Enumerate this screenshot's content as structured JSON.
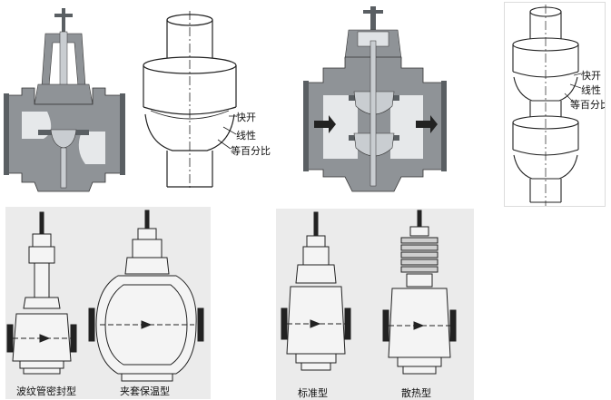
{
  "plug_labels_single": [
    "快开",
    "线性",
    "等百分比"
  ],
  "plug_labels_double": [
    "快开",
    "线性",
    "等百分比"
  ],
  "captions": {
    "bellows": "波纹管密封型",
    "jacket": "夹套保温型",
    "standard": "标准型",
    "cooling": "散热型"
  },
  "colors": {
    "body_grey": "#8f9397",
    "body_light": "#c9cdd1",
    "plug_dark": "#5a5f63",
    "scan_bg": "#e9e9e9"
  }
}
